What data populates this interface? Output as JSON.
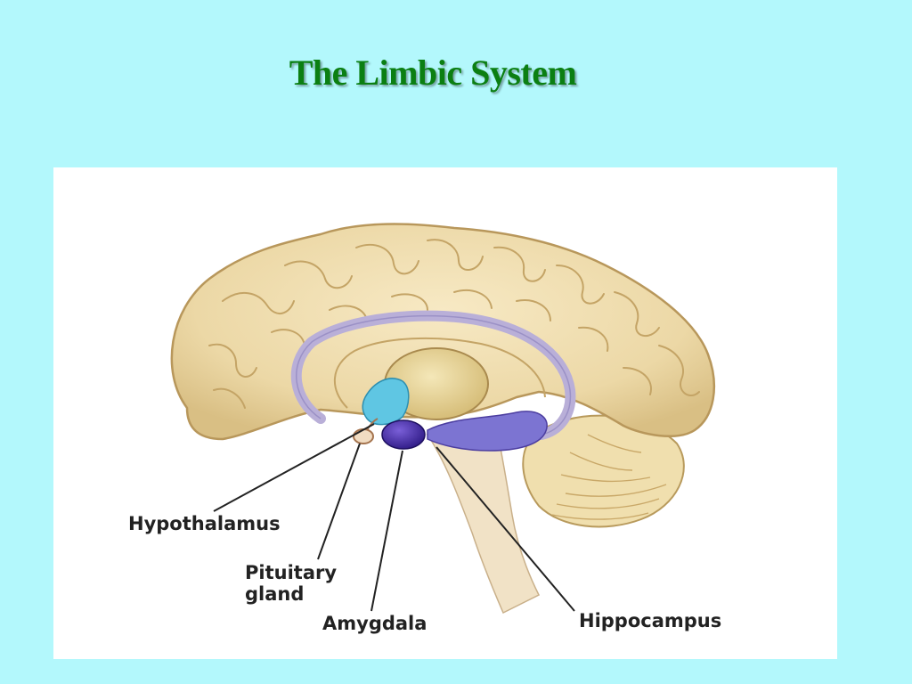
{
  "slide": {
    "title": "The Limbic System"
  },
  "diagram": {
    "labels": {
      "hypothalamus": "Hypothalamus",
      "pituitary_line1": "Pituitary",
      "pituitary_line2": "gland",
      "amygdala": "Amygdala",
      "hippocampus": "Hippocampus"
    }
  },
  "colors": {
    "background": "#b3f8fc",
    "title": "#0b7f12",
    "cortex": "#ecd8a6",
    "fornix": "#b9afd8",
    "hypothalamus": "#5fc6e3",
    "amygdala": "#4a2ea8",
    "hippocampus": "#7c74d2"
  }
}
